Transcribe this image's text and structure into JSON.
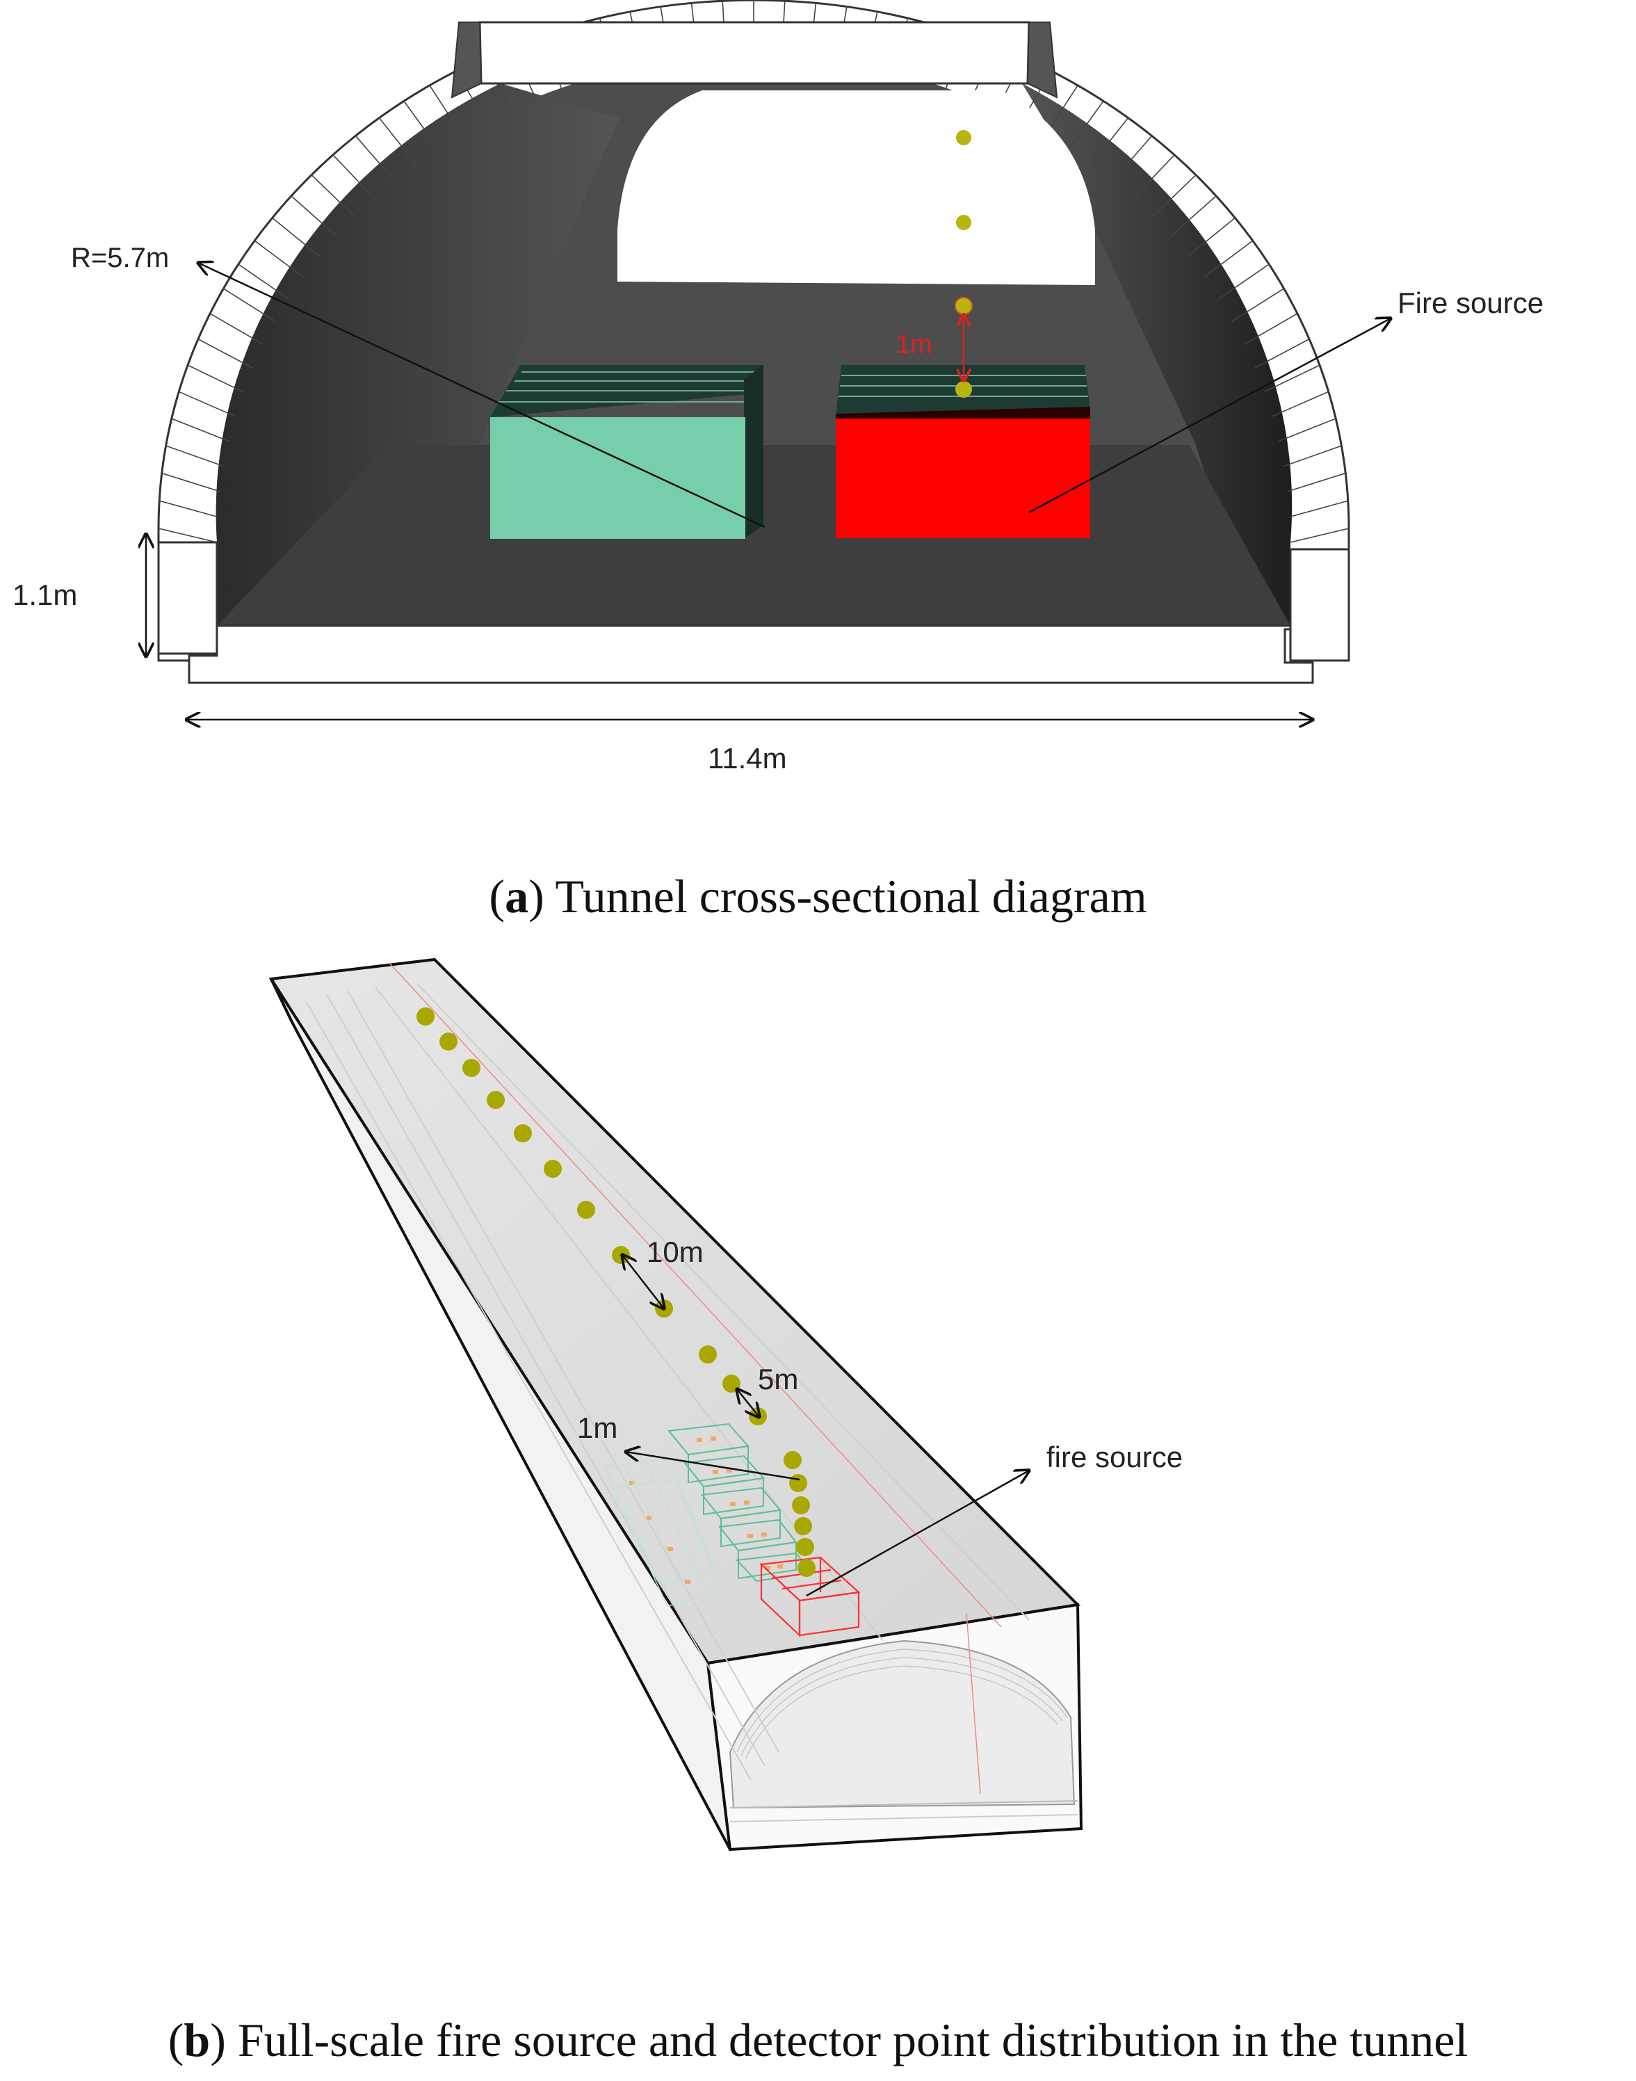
{
  "panel_a": {
    "radius_label": "R=5.7m",
    "fire_label": "Fire source",
    "spacing_label": "1m",
    "height_label": "1.1m",
    "width_label": "11.4m",
    "caption_letter": "a",
    "caption_text": "Tunnel cross-sectional diagram",
    "colors": {
      "cargo": "#75cfaa",
      "fire": "#ff0000",
      "tunnel_dark": "#4a4a4a",
      "detector": "#b8b410",
      "spacing_arrow": "#e02020"
    }
  },
  "panel_b": {
    "spacing_10m": "10m",
    "spacing_5m": "5m",
    "spacing_1m": "1m",
    "fire_label": "fire source",
    "caption_letter": "b",
    "caption_text": "Full-scale fire source and detector point distribution in the tunnel",
    "colors": {
      "detector": "#a8a800",
      "fire_box": "#ff3030",
      "cargo_box": "#5bbf95"
    }
  }
}
